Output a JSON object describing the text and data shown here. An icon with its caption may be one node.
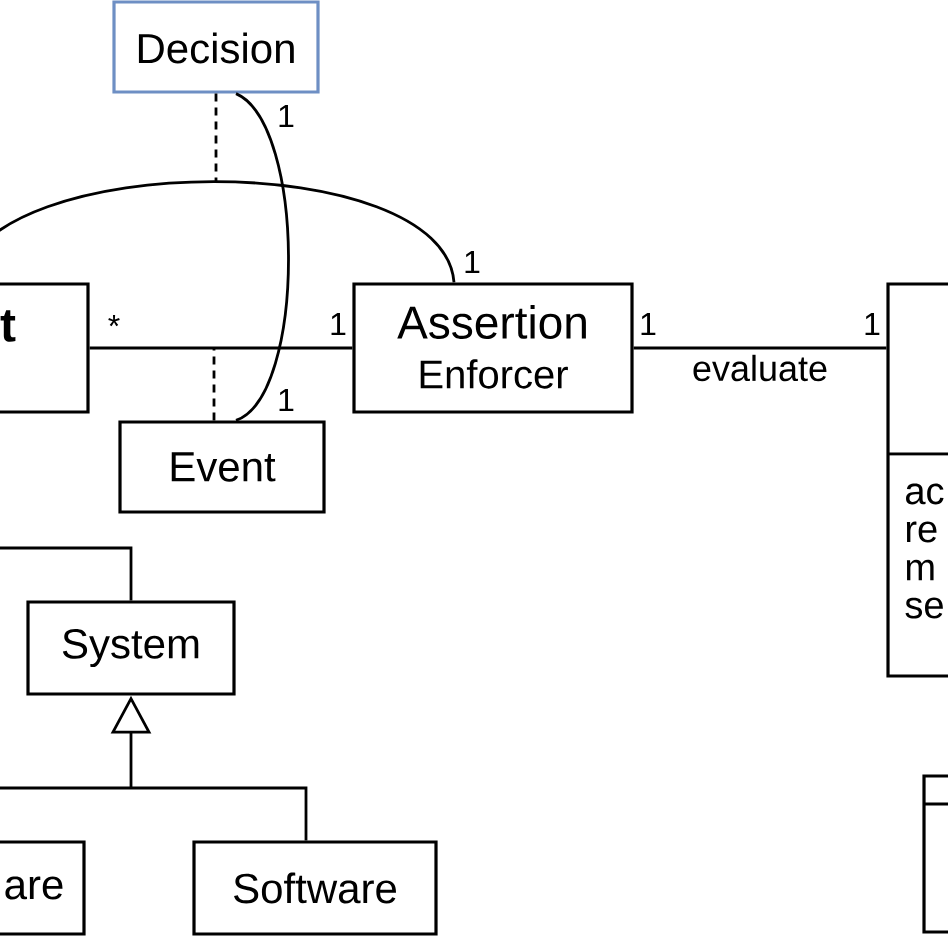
{
  "diagram": {
    "nodes": [
      {
        "text": [
          "Decision"
        ]
      },
      {
        "text": [
          "t"
        ]
      },
      {
        "text": [
          "Assertion",
          "Enforcer"
        ]
      },
      {
        "text": [
          "ac",
          "re",
          "m",
          "se"
        ]
      },
      {
        "text": [
          "Event"
        ]
      },
      {
        "text": [
          "System"
        ]
      },
      {
        "text": [],
        "shape": "box"
      },
      {
        "text": [
          "are"
        ]
      },
      {
        "text": [
          "Software"
        ]
      }
    ],
    "edges": [
      {
        "from": 1,
        "to": 2,
        "arrow": "none"
      },
      {
        "from": 1,
        "to": 2,
        "arrow": "none"
      },
      {
        "from": 0,
        "to": null,
        "arrow": "none",
        "style": "dashed"
      },
      {
        "from": 0,
        "to": 4,
        "arrow": "none"
      },
      {
        "from": 4,
        "to": null,
        "arrow": "none",
        "style": "dashed"
      },
      {
        "from": 2,
        "to": 3,
        "arrow": "none",
        "label": "evaluate"
      },
      {
        "from": null,
        "to": 5,
        "arrow": "none"
      },
      {
        "from": 7,
        "to": 5,
        "arrow": "to"
      },
      {
        "from": 8,
        "to": 5,
        "arrow": "to"
      }
    ],
    "labels": [
      "1",
      "1",
      "*",
      "1",
      "1",
      "1",
      "1"
    ]
  }
}
